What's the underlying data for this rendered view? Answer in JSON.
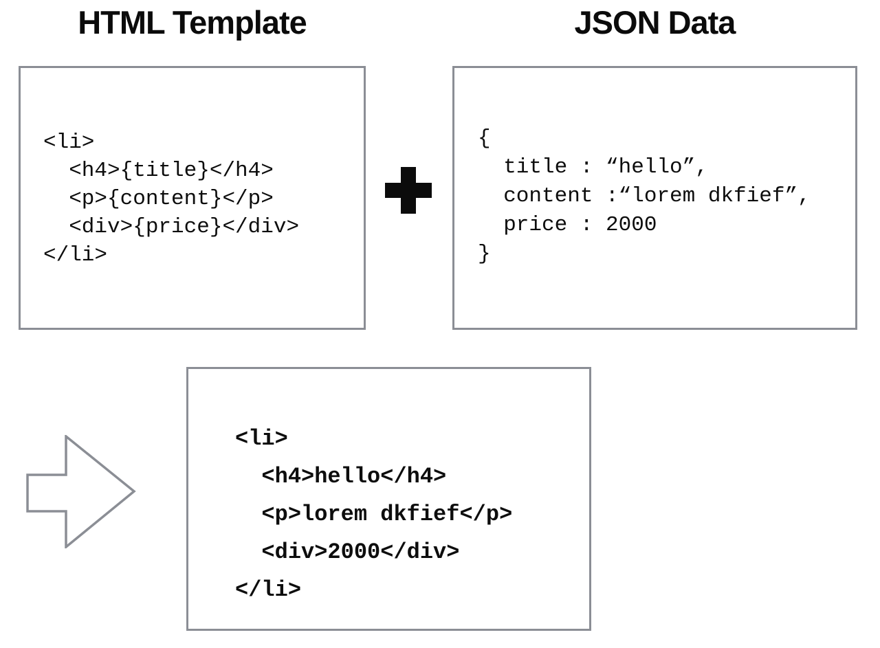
{
  "titles": {
    "template": "HTML Template",
    "json": "JSON Data"
  },
  "template_box": {
    "lines": [
      "<li>",
      "  <h4>{title}</h4>",
      "  <p>{content}</p>",
      "  <div>{price}</div>",
      "</li>"
    ]
  },
  "json_box": {
    "lines": [
      "{",
      "  title : “hello”,",
      "  content :“lorem dkfief”,",
      "  price : 2000",
      "}"
    ]
  },
  "result_box": {
    "lines": [
      "<li>",
      "  <h4>hello</h4>",
      "  <p>lorem dkfief</p>",
      "  <div>2000</div>",
      "</li>"
    ]
  },
  "icons": {
    "plus": "plus-icon",
    "arrow": "arrow-right-icon"
  },
  "colors": {
    "border_gray": "#8b8e95",
    "text_black": "#0d0d0d",
    "background": "#ffffff"
  }
}
